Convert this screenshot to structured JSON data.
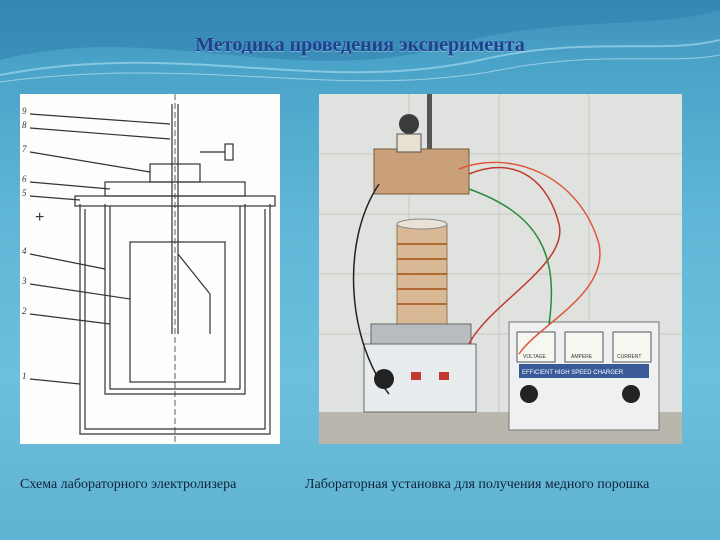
{
  "slide": {
    "title": "Методика проведения эксперимента"
  },
  "schematic": {
    "callouts": [
      "9",
      "8",
      "7",
      "6",
      "5",
      "4",
      "3",
      "2",
      "1"
    ],
    "plus_sign": "+"
  },
  "photo": {
    "meter_labels": [
      "VOLTAGE",
      "AMPERE",
      "CURRENT"
    ],
    "device_label": "EFFICIENT HIGH SPEED CHARGER"
  },
  "captions": {
    "left": "Схема лабораторного электролизера",
    "right": "Лабораторная установка для получения медного порошка"
  }
}
